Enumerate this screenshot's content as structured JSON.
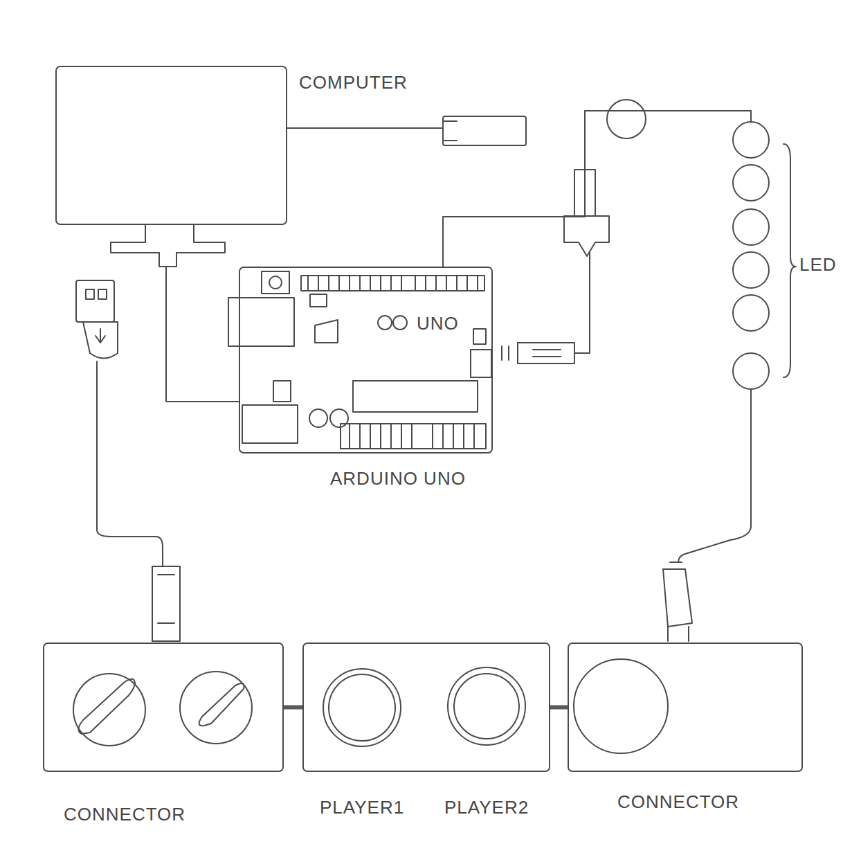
{
  "diagram": {
    "nodes": [
      {
        "text": [
          "COMPUTER"
        ]
      },
      {
        "text": [
          "UNO",
          "ARDUINO UNO"
        ]
      },
      {
        "text": [
          "LED"
        ]
      },
      {
        "text": [
          "CONNECTOR"
        ]
      },
      {
        "text": [
          "PLAYER1",
          "PLAYER2"
        ]
      },
      {
        "text": [
          "CONNECTOR"
        ]
      }
    ],
    "edges": [
      {
        "from": 0,
        "to": 1,
        "arrow": "none"
      },
      {
        "from": 1,
        "to": 2,
        "arrow": "none"
      },
      {
        "from": 2,
        "to": 5,
        "arrow": "none"
      },
      {
        "from": 3,
        "to": 4,
        "arrow": "none"
      },
      {
        "from": 4,
        "to": 5,
        "arrow": "none"
      }
    ]
  }
}
